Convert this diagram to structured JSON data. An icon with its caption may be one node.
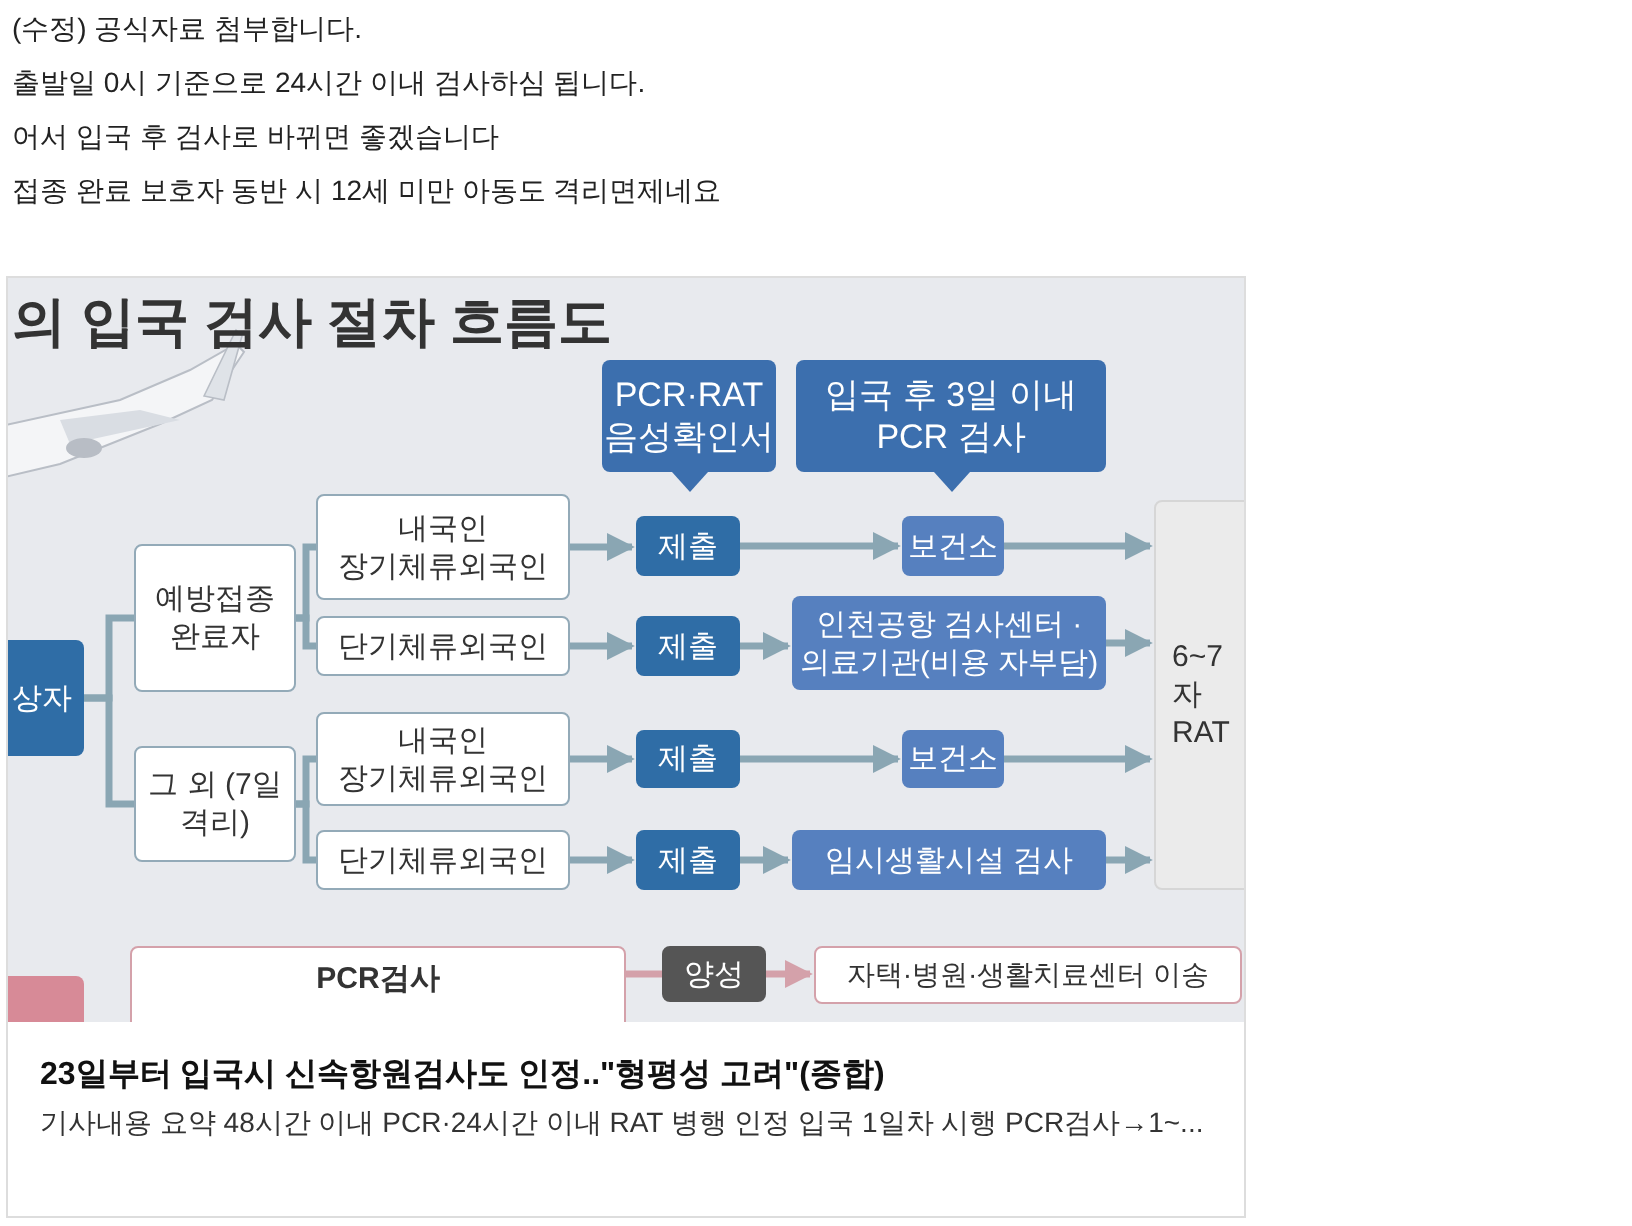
{
  "diagram": {
    "title": "의 입국 검사 절차 흐름도",
    "nodes": [
      {
        "text": [
          "상자"
        ]
      },
      {
        "text": [
          "예방접종 완료자"
        ]
      },
      {
        "text": [
          "그 외 (7일 격리)"
        ]
      },
      {
        "text": [
          "내국인 장기체류외국인"
        ]
      },
      {
        "text": [
          "단기체류외국인"
        ]
      },
      {
        "text": [
          "내국인 장기체류외국인"
        ]
      },
      {
        "text": [
          "단기체류외국인"
        ]
      },
      {
        "text": [
          "PCR·RAT 음성확인서"
        ]
      },
      {
        "text": [
          "입국 후 3일 이내 PCR 검사"
        ]
      },
      {
        "text": [
          "제출"
        ]
      },
      {
        "text": [
          "제출"
        ]
      },
      {
        "text": [
          "제출"
        ]
      },
      {
        "text": [
          "제출"
        ]
      },
      {
        "text": [
          "보건소"
        ]
      },
      {
        "text": [
          "인천공항 검사센터 ·의료기관(비용 자부담)"
        ]
      },
      {
        "text": [
          "보건소"
        ]
      },
      {
        "text": [
          "임시생활시설 검사"
        ]
      },
      {
        "text": [
          "6~7",
          "자",
          "RAT"
        ]
      },
      {
        "text": [],
        "shape": "box"
      },
      {
        "text": [
          "PCR검사"
        ]
      },
      {
        "text": [
          "양성"
        ]
      },
      {
        "text": [
          "자택·병원·생활치료센터 이송"
        ]
      }
    ],
    "edges": [
      {
        "from": 0,
        "to": 1,
        "arrow": "none"
      },
      {
        "from": 0,
        "to": 2,
        "arrow": "none"
      },
      {
        "from": 1,
        "to": 3,
        "arrow": "none"
      },
      {
        "from": 1,
        "to": 4,
        "arrow": "none"
      },
      {
        "from": 2,
        "to": 5,
        "arrow": "none"
      },
      {
        "from": 2,
        "to": 6,
        "arrow": "none"
      },
      {
        "from": 3,
        "to": 9,
        "arrow": "to"
      },
      {
        "from": 4,
        "to": 10,
        "arrow": "to"
      },
      {
        "from": 5,
        "to": 11,
        "arrow": "to"
      },
      {
        "from": 6,
        "to": 12,
        "arrow": "to"
      },
      {
        "from": 9,
        "to": 13,
        "arrow": "to"
      },
      {
        "from": 10,
        "to": 14,
        "arrow": "to"
      },
      {
        "from": 11,
        "to": 15,
        "arrow": "to"
      },
      {
        "from": 12,
        "to": 16,
        "arrow": "to"
      },
      {
        "from": 13,
        "to": 17,
        "arrow": "to"
      },
      {
        "from": 14,
        "to": 17,
        "arrow": "to"
      },
      {
        "from": 15,
        "to": 17,
        "arrow": "to"
      },
      {
        "from": 16,
        "to": 17,
        "arrow": "to"
      },
      {
        "from": 19,
        "to": 20,
        "arrow": "none",
        "color": "#d4a1aa"
      },
      {
        "from": 20,
        "to": 21,
        "arrow": "to",
        "color": "#d4a1aa"
      }
    ],
    "labels": [
      "(수정)  공식자료 첨부합니다.",
      "출발일 0시 기준으로 24시간 이내 검사하심 됩니다.",
      "어서 입국 후 검사로 바뀌면 좋겠습니다",
      "접종 완료 보호자 동반 시 12세 미만 아동도 격리면제네요",
      "23일부터 입국시 신속항원검사도 인정..\"형평성 고려\"(종합)",
      "기사내용 요약 48시간 이내 PCR·24시간 이내 RAT 병행 인정 입국 1일차 시행 PCR검사→1~..."
    ]
  }
}
